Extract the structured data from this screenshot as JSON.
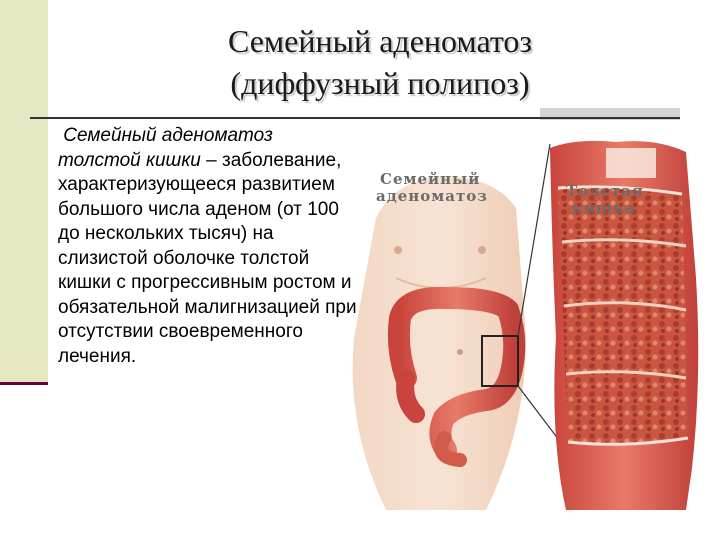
{
  "slide": {
    "title_line1": "Семейный аденоматоз",
    "title_line2": "(диффузный полипоз)",
    "term": "Семейный аденоматоз толстой кишки",
    "definition": " – заболевание, характеризующееся развитием большого числа аденом (от 100 до нескольких тысяч) на слизистой оболочке толстой кишки с прогрессивным ростом и обязательной малигнизацией при отсутствии своевременного лечения."
  },
  "figure": {
    "label_left_line1": "Семейный",
    "label_left_line2": "аденоматоз",
    "label_right_line1": "Толстая",
    "label_right_line2": "кишка"
  }
}
